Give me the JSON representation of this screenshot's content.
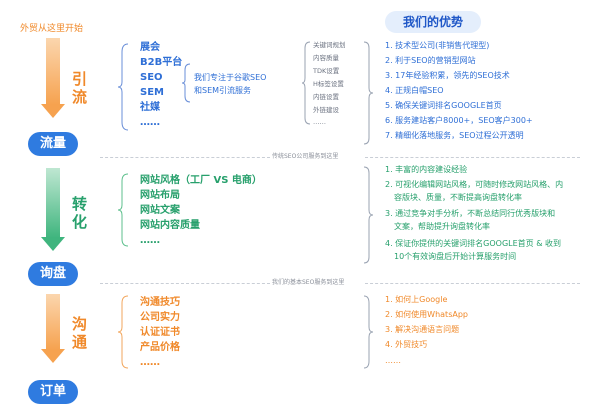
{
  "header": {
    "start_label": "外贸从这里开始"
  },
  "advantages": {
    "title": "我们的优势"
  },
  "stages": {
    "traffic": {
      "side_label": "引流",
      "pill": "流量",
      "channels": [
        "展会",
        "B2B平台",
        "SEO",
        "SEM",
        "社媒",
        "……"
      ],
      "focus_line1": "我们专注于谷歌SEO",
      "focus_line2": "和SEM引流服务",
      "sub_items": [
        "关键词规划",
        "内容质量",
        "TDK设置",
        "H标签设置",
        "内链设置",
        "外链建设",
        "……"
      ],
      "advantages": [
        "1. 技术型公司(非销售代理型)",
        "2. 利于SEO的营销型网站",
        "3. 17年经验积累，领先的SEO技术",
        "4. 正规白帽SEO",
        "5. 确保关键词排名GOOGLE首页",
        "6. 服务建站客户8000+，SEO客户300+",
        "7. 精细化落地服务，SEO过程公开透明"
      ]
    },
    "divider1": "传统SEO公司服务到这里",
    "conversion": {
      "side_label": "转化",
      "pill": "询盘",
      "items": [
        "网站风格（工厂 VS 电商）",
        "网站布局",
        "网站文案",
        "网站内容质量",
        "……"
      ],
      "advantages": [
        "1. 丰富的内容建设经验",
        "2. 可视化编辑网站风格，可随时修改网站风格、内",
        "容版块、质量，不断提高询盘转化率",
        "3. 通过竞争对手分析，不断总结同行优秀版块和",
        "文案，帮助提升询盘转化率",
        "4. 保证你提供的关键词排名GOOGLE首页 & 收到",
        "10个有效询盘后开始计算服务时间"
      ]
    },
    "divider2": "我们的基本SEO服务到这里",
    "communication": {
      "side_label": "沟通",
      "pill": "订单",
      "items": [
        "沟通技巧",
        "公司实力",
        "认证证书",
        "产品价格",
        "……"
      ],
      "advantages": [
        "1. 如何上Google",
        "2. 如何使用WhatsApp",
        "3. 解决沟通语言问题",
        "4. 外贸技巧",
        "……"
      ]
    }
  },
  "colors": {
    "orange": "#f0892a",
    "blue": "#2f6fd6",
    "green": "#27a06c",
    "pill_blue": "#2f7be0"
  }
}
